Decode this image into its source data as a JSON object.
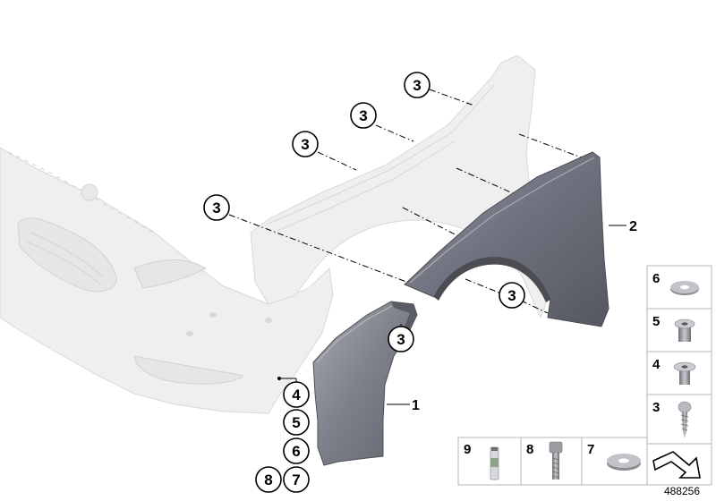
{
  "diagram": {
    "reference_number": "488256",
    "part_labels": {
      "front_section": "1",
      "side_panel": "2"
    },
    "callouts": {
      "clip_top_1": "3",
      "clip_top_2": "3",
      "clip_top_3": "3",
      "clip_mid": "3",
      "clip_rear": "3",
      "clip_front": "3",
      "stack_4": "4",
      "stack_5": "5",
      "stack_6": "6",
      "stack_7": "7",
      "stack_8": "8"
    },
    "parts_legend": {
      "right_column": [
        "6",
        "5",
        "4",
        "3"
      ],
      "bottom_row": [
        "9",
        "8",
        "7"
      ]
    },
    "colors": {
      "panel_shade": "#6f727b",
      "background_parts": "#efefef",
      "outline": "#000000"
    }
  }
}
